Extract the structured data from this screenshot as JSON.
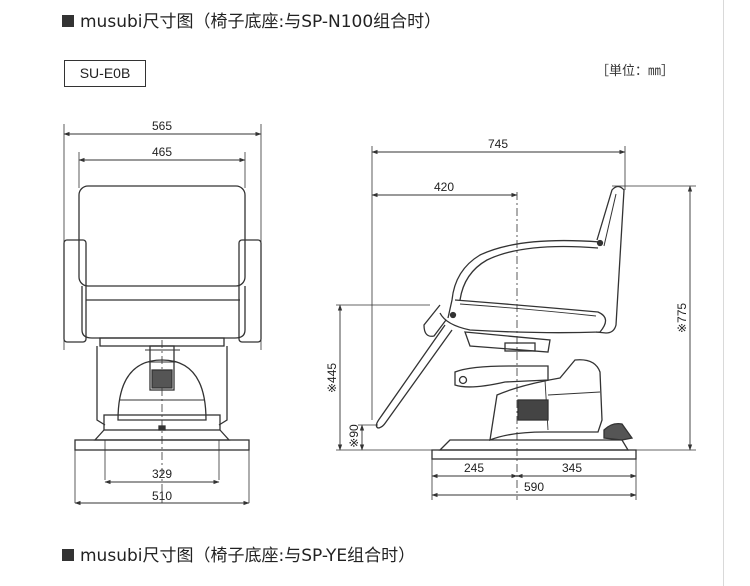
{
  "headings": {
    "top": "musubi尺寸图（椅子底座:与SP-N100组合时）",
    "bottom": "musubi尺寸图（椅子底座:与SP-YE组合时）"
  },
  "model": "SU-E0B",
  "unit": "［単位：㎜］",
  "front_view": {
    "overall_width": "565",
    "seat_width": "465",
    "column_base": "329",
    "base_width": "510"
  },
  "side_view": {
    "overall_depth": "745",
    "seat_depth": "420",
    "overall_height": "※775",
    "seat_height": "※445",
    "footrest_height": "※90",
    "base_front": "245",
    "base_rear": "345",
    "base_depth": "590"
  },
  "colors": {
    "line": "#333333",
    "rule": "#d9d9d9"
  }
}
